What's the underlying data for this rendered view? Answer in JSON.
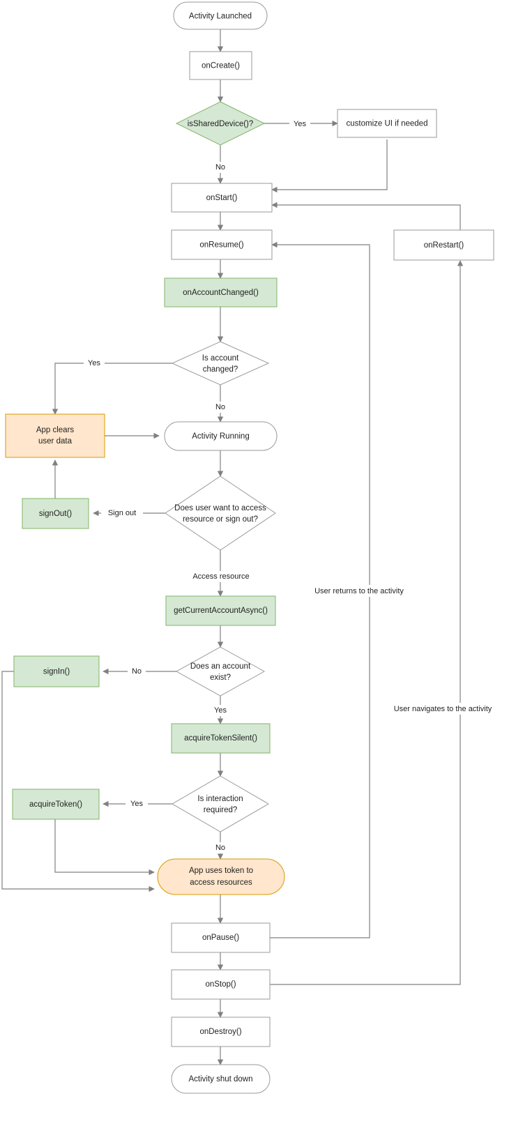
{
  "diagram": {
    "title": "Android MSAL activity lifecycle and token acquisition flow",
    "type": "flowchart",
    "colors": {
      "plain_fill": "#ffffff",
      "plain_stroke": "#9a9a9a",
      "green_fill": "#d5e8d4",
      "green_stroke": "#82b366",
      "orange_fill": "#ffe6cc",
      "orange_stroke": "#d79b00",
      "edge_stroke": "#808080",
      "text": "#1f1f1f"
    },
    "nodes": [
      {
        "id": "activity-launched",
        "label": "Activity Launched",
        "shape": "terminator",
        "style": "plain"
      },
      {
        "id": "on-create",
        "label": "onCreate()",
        "shape": "rect",
        "style": "plain"
      },
      {
        "id": "is-shared-device",
        "label": "isSharedDevice()?",
        "shape": "diamond",
        "style": "green"
      },
      {
        "id": "customize-ui",
        "label": "customize UI if needed",
        "shape": "rect",
        "style": "plain"
      },
      {
        "id": "on-start",
        "label": "onStart()",
        "shape": "rect",
        "style": "plain"
      },
      {
        "id": "on-resume",
        "label": "onResume()",
        "shape": "rect",
        "style": "plain"
      },
      {
        "id": "on-restart",
        "label": "onRestart()",
        "shape": "rect",
        "style": "plain"
      },
      {
        "id": "on-account-changed",
        "label": "onAccountChanged()",
        "shape": "rect",
        "style": "green"
      },
      {
        "id": "is-account-changed",
        "label_line1": "Is account",
        "label_line2": "changed?",
        "shape": "diamond",
        "style": "plain"
      },
      {
        "id": "app-clears-user-data",
        "label_line1": "App clears",
        "label_line2": "user data",
        "shape": "rect",
        "style": "orange"
      },
      {
        "id": "activity-running",
        "label": "Activity Running",
        "shape": "terminator",
        "style": "plain"
      },
      {
        "id": "sign-out",
        "label": "signOut()",
        "shape": "rect",
        "style": "green"
      },
      {
        "id": "access-or-signout",
        "label_line1": "Does user want to access",
        "label_line2": "resource or sign out?",
        "shape": "diamond",
        "style": "plain"
      },
      {
        "id": "get-current-account",
        "label": "getCurrentAccountAsync()",
        "shape": "rect",
        "style": "green"
      },
      {
        "id": "account-exists",
        "label_line1": "Does an account",
        "label_line2": "exist?",
        "shape": "diamond",
        "style": "plain"
      },
      {
        "id": "sign-in",
        "label": "signIn()",
        "shape": "rect",
        "style": "green"
      },
      {
        "id": "acquire-token-silent",
        "label": "acquireTokenSilent()",
        "shape": "rect",
        "style": "green"
      },
      {
        "id": "interaction-required",
        "label_line1": "Is interaction",
        "label_line2": "required?",
        "shape": "diamond",
        "style": "plain"
      },
      {
        "id": "acquire-token",
        "label": "acquireToken()",
        "shape": "rect",
        "style": "green"
      },
      {
        "id": "app-uses-token",
        "label_line1": "App uses token to",
        "label_line2": "access resources",
        "shape": "terminator",
        "style": "orange"
      },
      {
        "id": "on-pause",
        "label": "onPause()",
        "shape": "rect",
        "style": "plain"
      },
      {
        "id": "on-stop",
        "label": "onStop()",
        "shape": "rect",
        "style": "plain"
      },
      {
        "id": "on-destroy",
        "label": "onDestroy()",
        "shape": "rect",
        "style": "plain"
      },
      {
        "id": "activity-shut-down",
        "label": "Activity shut down",
        "shape": "terminator",
        "style": "plain"
      }
    ],
    "edge_labels": {
      "shared_device_yes": "Yes",
      "shared_device_no": "No",
      "account_changed_yes": "Yes",
      "account_changed_no": "No",
      "sign_out": "Sign out",
      "access_resource": "Access resource",
      "account_exists_no": "No",
      "account_exists_yes": "Yes",
      "interaction_yes": "Yes",
      "interaction_no": "No",
      "user_returns": "User returns to the activity",
      "user_navigates": "User navigates to the activity"
    }
  }
}
